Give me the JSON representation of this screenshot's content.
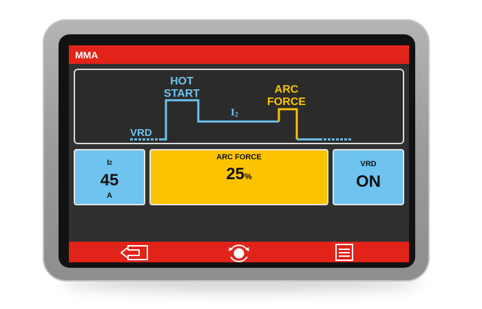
{
  "screen": {
    "mode_title": "MMA"
  },
  "diagram": {
    "vrd_label": "VRD",
    "hot_start_line1": "HOT",
    "hot_start_line2": "START",
    "i2_label": "I",
    "i2_sub": "2",
    "arc_force_line1": "ARC",
    "arc_force_line2": "FORCE"
  },
  "panels": {
    "current": {
      "label": "I",
      "label_sub": "2",
      "value": "45",
      "unit": "A"
    },
    "arc_force": {
      "label": "ARC FORCE",
      "value": "25",
      "unit": "%"
    },
    "vrd": {
      "label": "VRD",
      "value": "ON"
    }
  },
  "colors": {
    "accent_red": "#e2231a",
    "waveform_blue": "#6ec3ef",
    "waveform_yellow": "#fcc400",
    "panel_blue": "#6ec3ef",
    "panel_yellow": "#fcc400"
  },
  "icons": {
    "back": "back-arrow-icon",
    "knob": "encoder-knob-icon",
    "menu": "menu-list-icon"
  }
}
